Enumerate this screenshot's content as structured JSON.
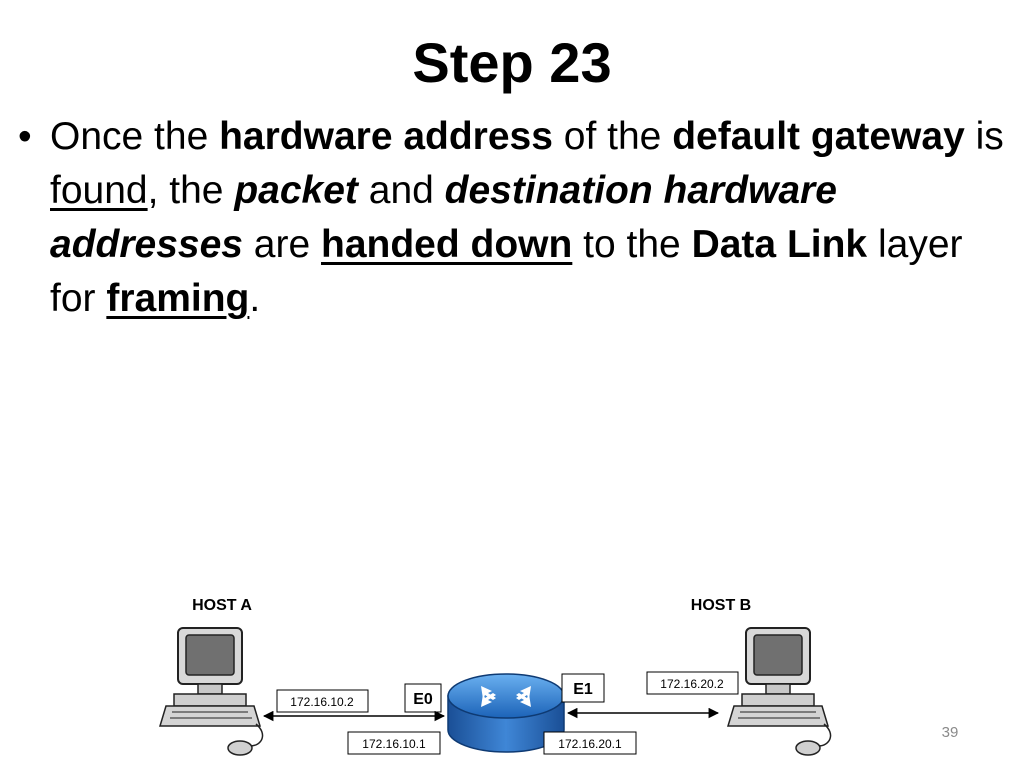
{
  "title": "Step 23",
  "bullet": {
    "marker": "•",
    "t1": "Once the ",
    "t2": "hardware address",
    "t3": " of the ",
    "t4": "default gateway",
    "t5": " is ",
    "t6": "found",
    "t7": ", the ",
    "t8": "packet",
    "t9": " and ",
    "t10": "destination hardware addresses",
    "t11": " are ",
    "t12": "handed down",
    "t13": " to the ",
    "t14": "Data Link",
    "t15": " layer for ",
    "t16": "framing",
    "t17": "."
  },
  "diagram": {
    "host_a": "HOST A",
    "host_b": "HOST B",
    "host_a_ip": "172.16.10.2",
    "host_b_ip": "172.16.20.2",
    "e0_label": "E0",
    "e1_label": "E1",
    "e0_ip": "172.16.10.1",
    "e1_ip": "172.16.20.1"
  },
  "page_number": "39"
}
